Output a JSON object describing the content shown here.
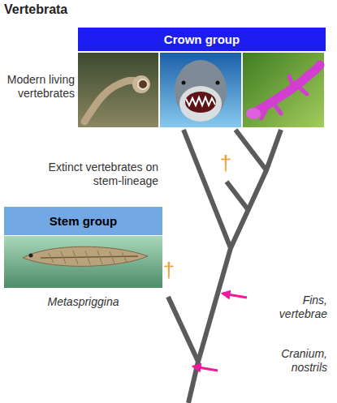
{
  "diagram": {
    "title": "Vertebrata",
    "nodes": [
      {
        "text": [
          "Crown group"
        ]
      },
      {
        "text": [
          "Stem group"
        ]
      }
    ],
    "labels": [
      "Modern living vertebrates",
      "Extinct vertebrates on stem-lineage",
      "†",
      "Metaspriggina",
      "†",
      "Fins, vertebrae",
      "Cranium, nostrils"
    ]
  }
}
